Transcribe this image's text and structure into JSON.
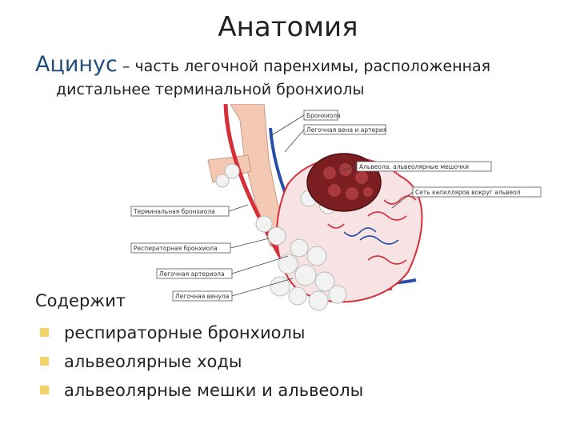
{
  "slide": {
    "title": "Анатомия",
    "definition": {
      "term": "Ацинус",
      "rest_line1": " – часть легочной паренхимы, расположенная",
      "rest_line2": "дистальнее терминальной бронхиолы"
    },
    "contains_label": "Содержит",
    "items": [
      "респираторные бронхиолы",
      "альвеолярные ходы",
      "альвеолярные мешки и альвеолы"
    ],
    "bullet_color": "#f4d26a"
  },
  "figure": {
    "labels": {
      "bronchiole": "Бронхиола",
      "vein_artery": "Легочная вена и артерия",
      "alveolus": "Альвеола, альвеолярные мешочки",
      "capillaries": "Сеть капилляров вокруг альвеол",
      "terminal": "Терминальная бронхиола",
      "respiratory": "Респираторная бронхиола",
      "arteriole": "Легочная артериола",
      "venule": "Легочная венула"
    },
    "colors": {
      "artery": "#d62f3a",
      "vein": "#2a4fa8",
      "alveoli": "#f2f2f2",
      "airway": "#f3c9b4"
    }
  }
}
